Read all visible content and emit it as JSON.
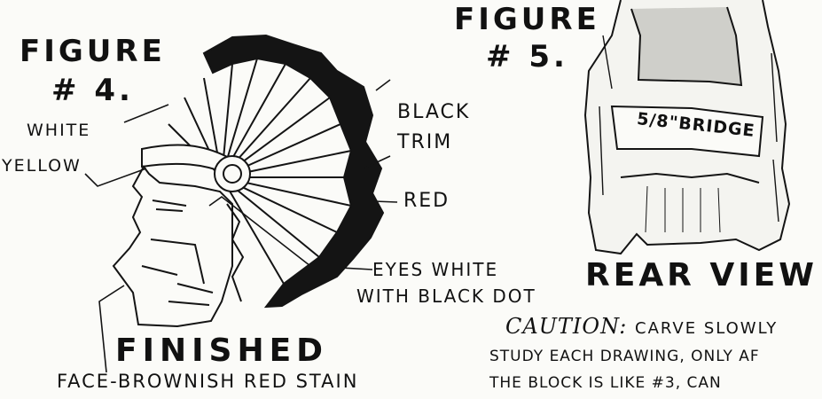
{
  "figure4": {
    "title": "FIGURE",
    "number": "# 4.",
    "labels": {
      "white": "WHITE",
      "yellow": "YELLOW",
      "black": "BLACK",
      "trim": "TRIM",
      "red": "RED",
      "eyes_line1": "EYES WHITE",
      "eyes_line2": "WITH BLACK DOT"
    },
    "caption": "FINISHED",
    "face_note": "FACE-BROWNISH RED STAIN"
  },
  "figure5": {
    "title": "FIGURE",
    "number": "# 5.",
    "bridge_label": "5/8\"BRIDGE",
    "view_label": "REAR VIEW"
  },
  "caution": {
    "heading": "CAUTION:",
    "line1_rest": "CARVE SLOWLY",
    "line2": "STUDY EACH DRAWING, ONLY AF",
    "line3": "THE BLOCK IS LIKE #3, CAN"
  },
  "colors": {
    "ink": "#141414",
    "paper": "#fbfbf8"
  }
}
